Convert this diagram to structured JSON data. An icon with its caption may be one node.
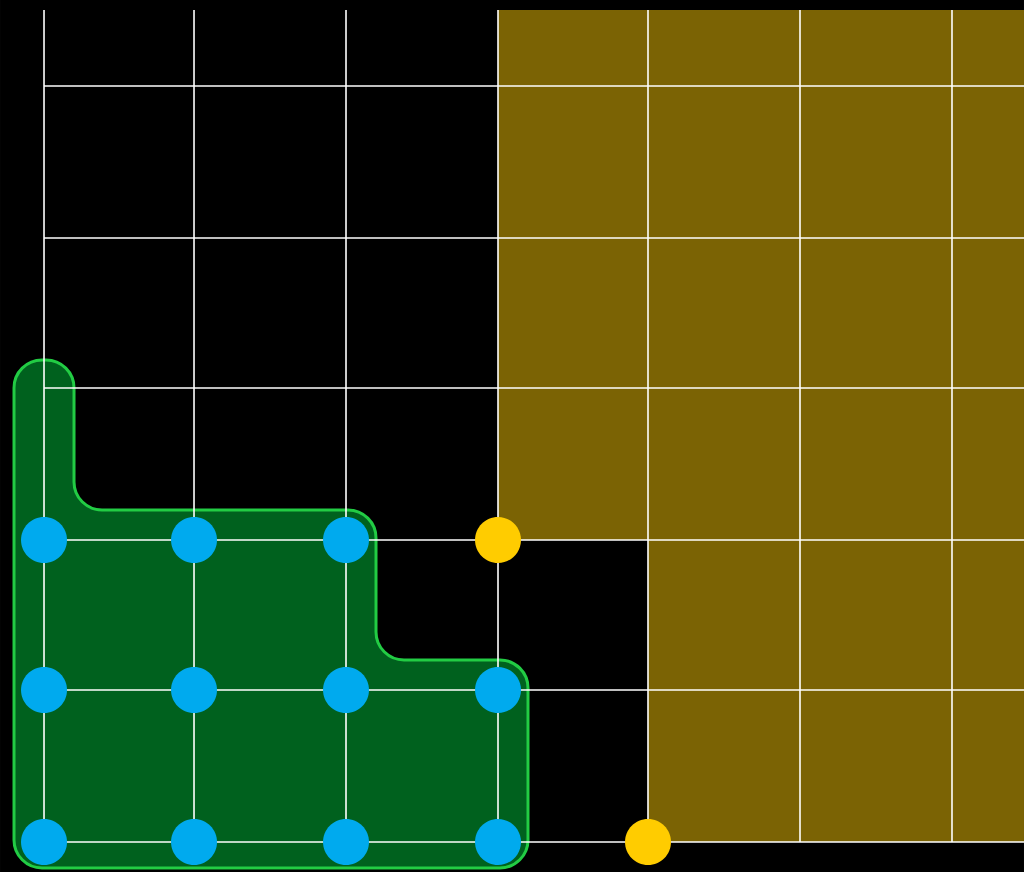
{
  "diagram": {
    "nodes": [
      {
        "text": [],
        "shape": "circle"
      },
      {
        "text": [],
        "shape": "circle"
      },
      {
        "text": [],
        "shape": "circle"
      },
      {
        "text": [],
        "shape": "circle"
      },
      {
        "text": [],
        "shape": "circle"
      },
      {
        "text": [],
        "shape": "circle"
      },
      {
        "text": [],
        "shape": "circle"
      },
      {
        "text": [],
        "shape": "circle"
      },
      {
        "text": [],
        "shape": "circle"
      },
      {
        "text": [],
        "shape": "circle"
      },
      {
        "text": [],
        "shape": "circle"
      },
      {
        "text": [],
        "shape": "circle"
      },
      {
        "text": [],
        "shape": "circle"
      }
    ]
  }
}
